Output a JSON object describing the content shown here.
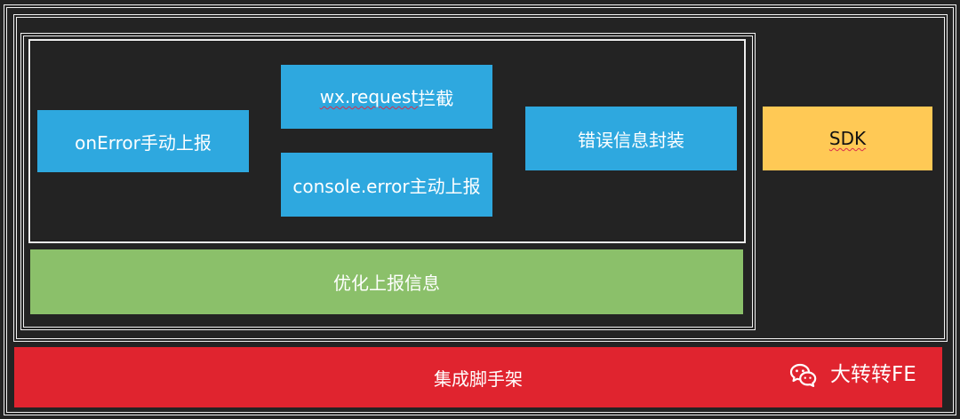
{
  "diagram": {
    "nodes": {
      "on_error": "onError手动上报",
      "wx_request_prefix": "wx.request",
      "wx_request_suffix": "拦截",
      "console_error": "console.error主动上报",
      "error_wrapper": "错误信息封装",
      "sdk": "SDK",
      "optimize": "优化上报信息",
      "scaffold": "集成脚手架"
    },
    "watermark": {
      "text": "大转转FE",
      "icon": "wechat-icon"
    }
  },
  "colors": {
    "background": "#232323",
    "blue": "#2ea8df",
    "orange": "#ffc955",
    "green": "#8bc06a",
    "red": "#e0242f",
    "frame": "#ededed"
  }
}
